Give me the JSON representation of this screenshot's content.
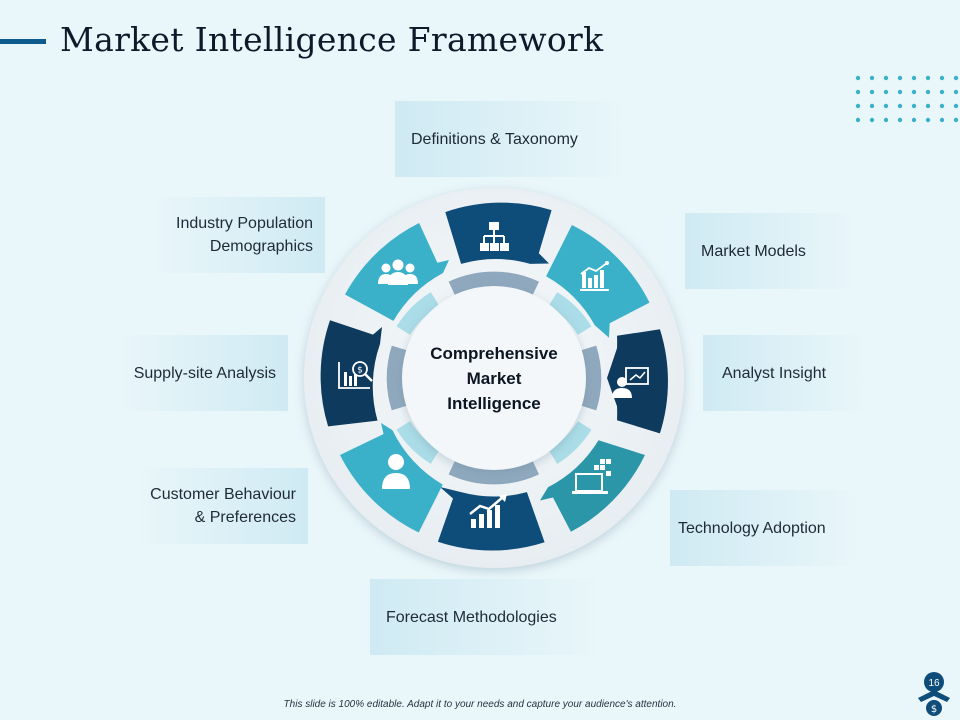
{
  "slide": {
    "title": "Market Intelligence Framework",
    "center_label_lines": [
      "Comprehensive",
      "Market",
      "Intelligence"
    ],
    "segments": [
      {
        "id": "definitions",
        "label": "Definitions & Taxonomy",
        "icon": "hierarchy-icon",
        "color": "#0e4c79"
      },
      {
        "id": "market-models",
        "label": "Market Models",
        "icon": "bar-chart-icon",
        "color": "#3ab1c9"
      },
      {
        "id": "analyst-insight",
        "label": "Analyst Insight",
        "icon": "presenter-icon",
        "color": "#0e3a5e"
      },
      {
        "id": "technology-adoption",
        "label": "Technology Adoption",
        "icon": "laptop-icon",
        "color": "#2a96a8"
      },
      {
        "id": "forecast",
        "label": "Forecast Methodologies",
        "icon": "growth-chart-icon",
        "color": "#0e4c79"
      },
      {
        "id": "customer-behaviour",
        "label_lines": [
          "Customer Behaviour",
          "& Preferences"
        ],
        "icon": "user-icon",
        "color": "#3ab1c9"
      },
      {
        "id": "supply-site",
        "label": "Supply-site Analysis",
        "icon": "finance-analysis-icon",
        "color": "#0e3a5e"
      },
      {
        "id": "industry-population",
        "label_lines": [
          "Industry Population",
          "Demographics"
        ],
        "icon": "group-icon",
        "color": "#3ab1c9"
      }
    ],
    "footer": "This slide is 100% editable. Adapt it to your needs and capture your audience's attention.",
    "page_number": "16"
  },
  "colors": {
    "background": "#e9f6fa",
    "dark_blue": "#0e4c79",
    "navy": "#0e3a5e",
    "teal": "#3ab1c9",
    "deep_teal": "#2a96a8",
    "dots": "#3ab1c9"
  }
}
